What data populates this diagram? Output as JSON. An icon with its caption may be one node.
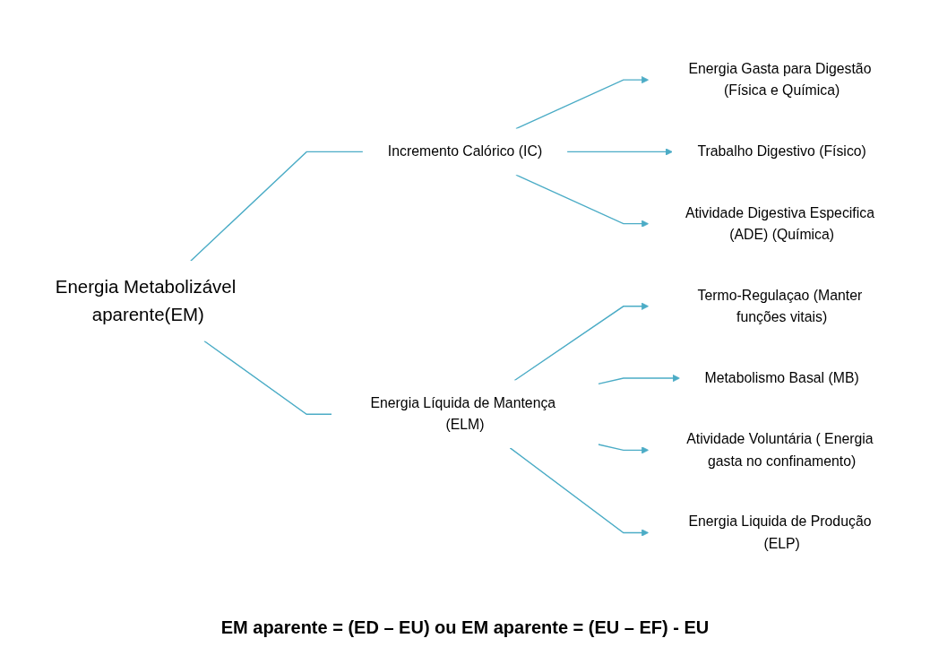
{
  "diagram": {
    "nodes": [
      {
        "text": [
          "Energia Metabolizável aparente(EM)"
        ]
      },
      {
        "text": [
          "Incremento Calórico (IC)"
        ]
      },
      {
        "text": [
          "Energia Gasta para Digestão (Física e Química)"
        ]
      },
      {
        "text": [
          "Trabalho Digestivo (Físico)"
        ]
      },
      {
        "text": [
          "Atividade Digestiva Especifica (ADE) (Química)"
        ]
      },
      {
        "text": [
          "Energia Líquida de Mantença (ELM)"
        ]
      },
      {
        "text": [
          "Termo-Regulaçao (Manter funções vitais)"
        ]
      },
      {
        "text": [
          "Metabolismo Basal (MB)"
        ]
      },
      {
        "text": [
          "Atividade Voluntária ( Energia gasta no confinamento)"
        ]
      },
      {
        "text": [
          "Energia Liquida de Produção (ELP)"
        ]
      }
    ],
    "edges": [
      {
        "from": 0,
        "to": 1,
        "arrow": "none"
      },
      {
        "from": 0,
        "to": 5,
        "arrow": "none"
      },
      {
        "from": 1,
        "to": 2,
        "arrow": "to"
      },
      {
        "from": 1,
        "to": 3,
        "arrow": "to"
      },
      {
        "from": 1,
        "to": 4,
        "arrow": "to"
      },
      {
        "from": 5,
        "to": 6,
        "arrow": "to"
      },
      {
        "from": 5,
        "to": 7,
        "arrow": "to"
      },
      {
        "from": 5,
        "to": 8,
        "arrow": "to"
      },
      {
        "from": 5,
        "to": 9,
        "arrow": "to"
      }
    ],
    "labels": [
      "EM aparente = (ED – EU) ou EM aparente = (EU – EF) - EU"
    ]
  }
}
